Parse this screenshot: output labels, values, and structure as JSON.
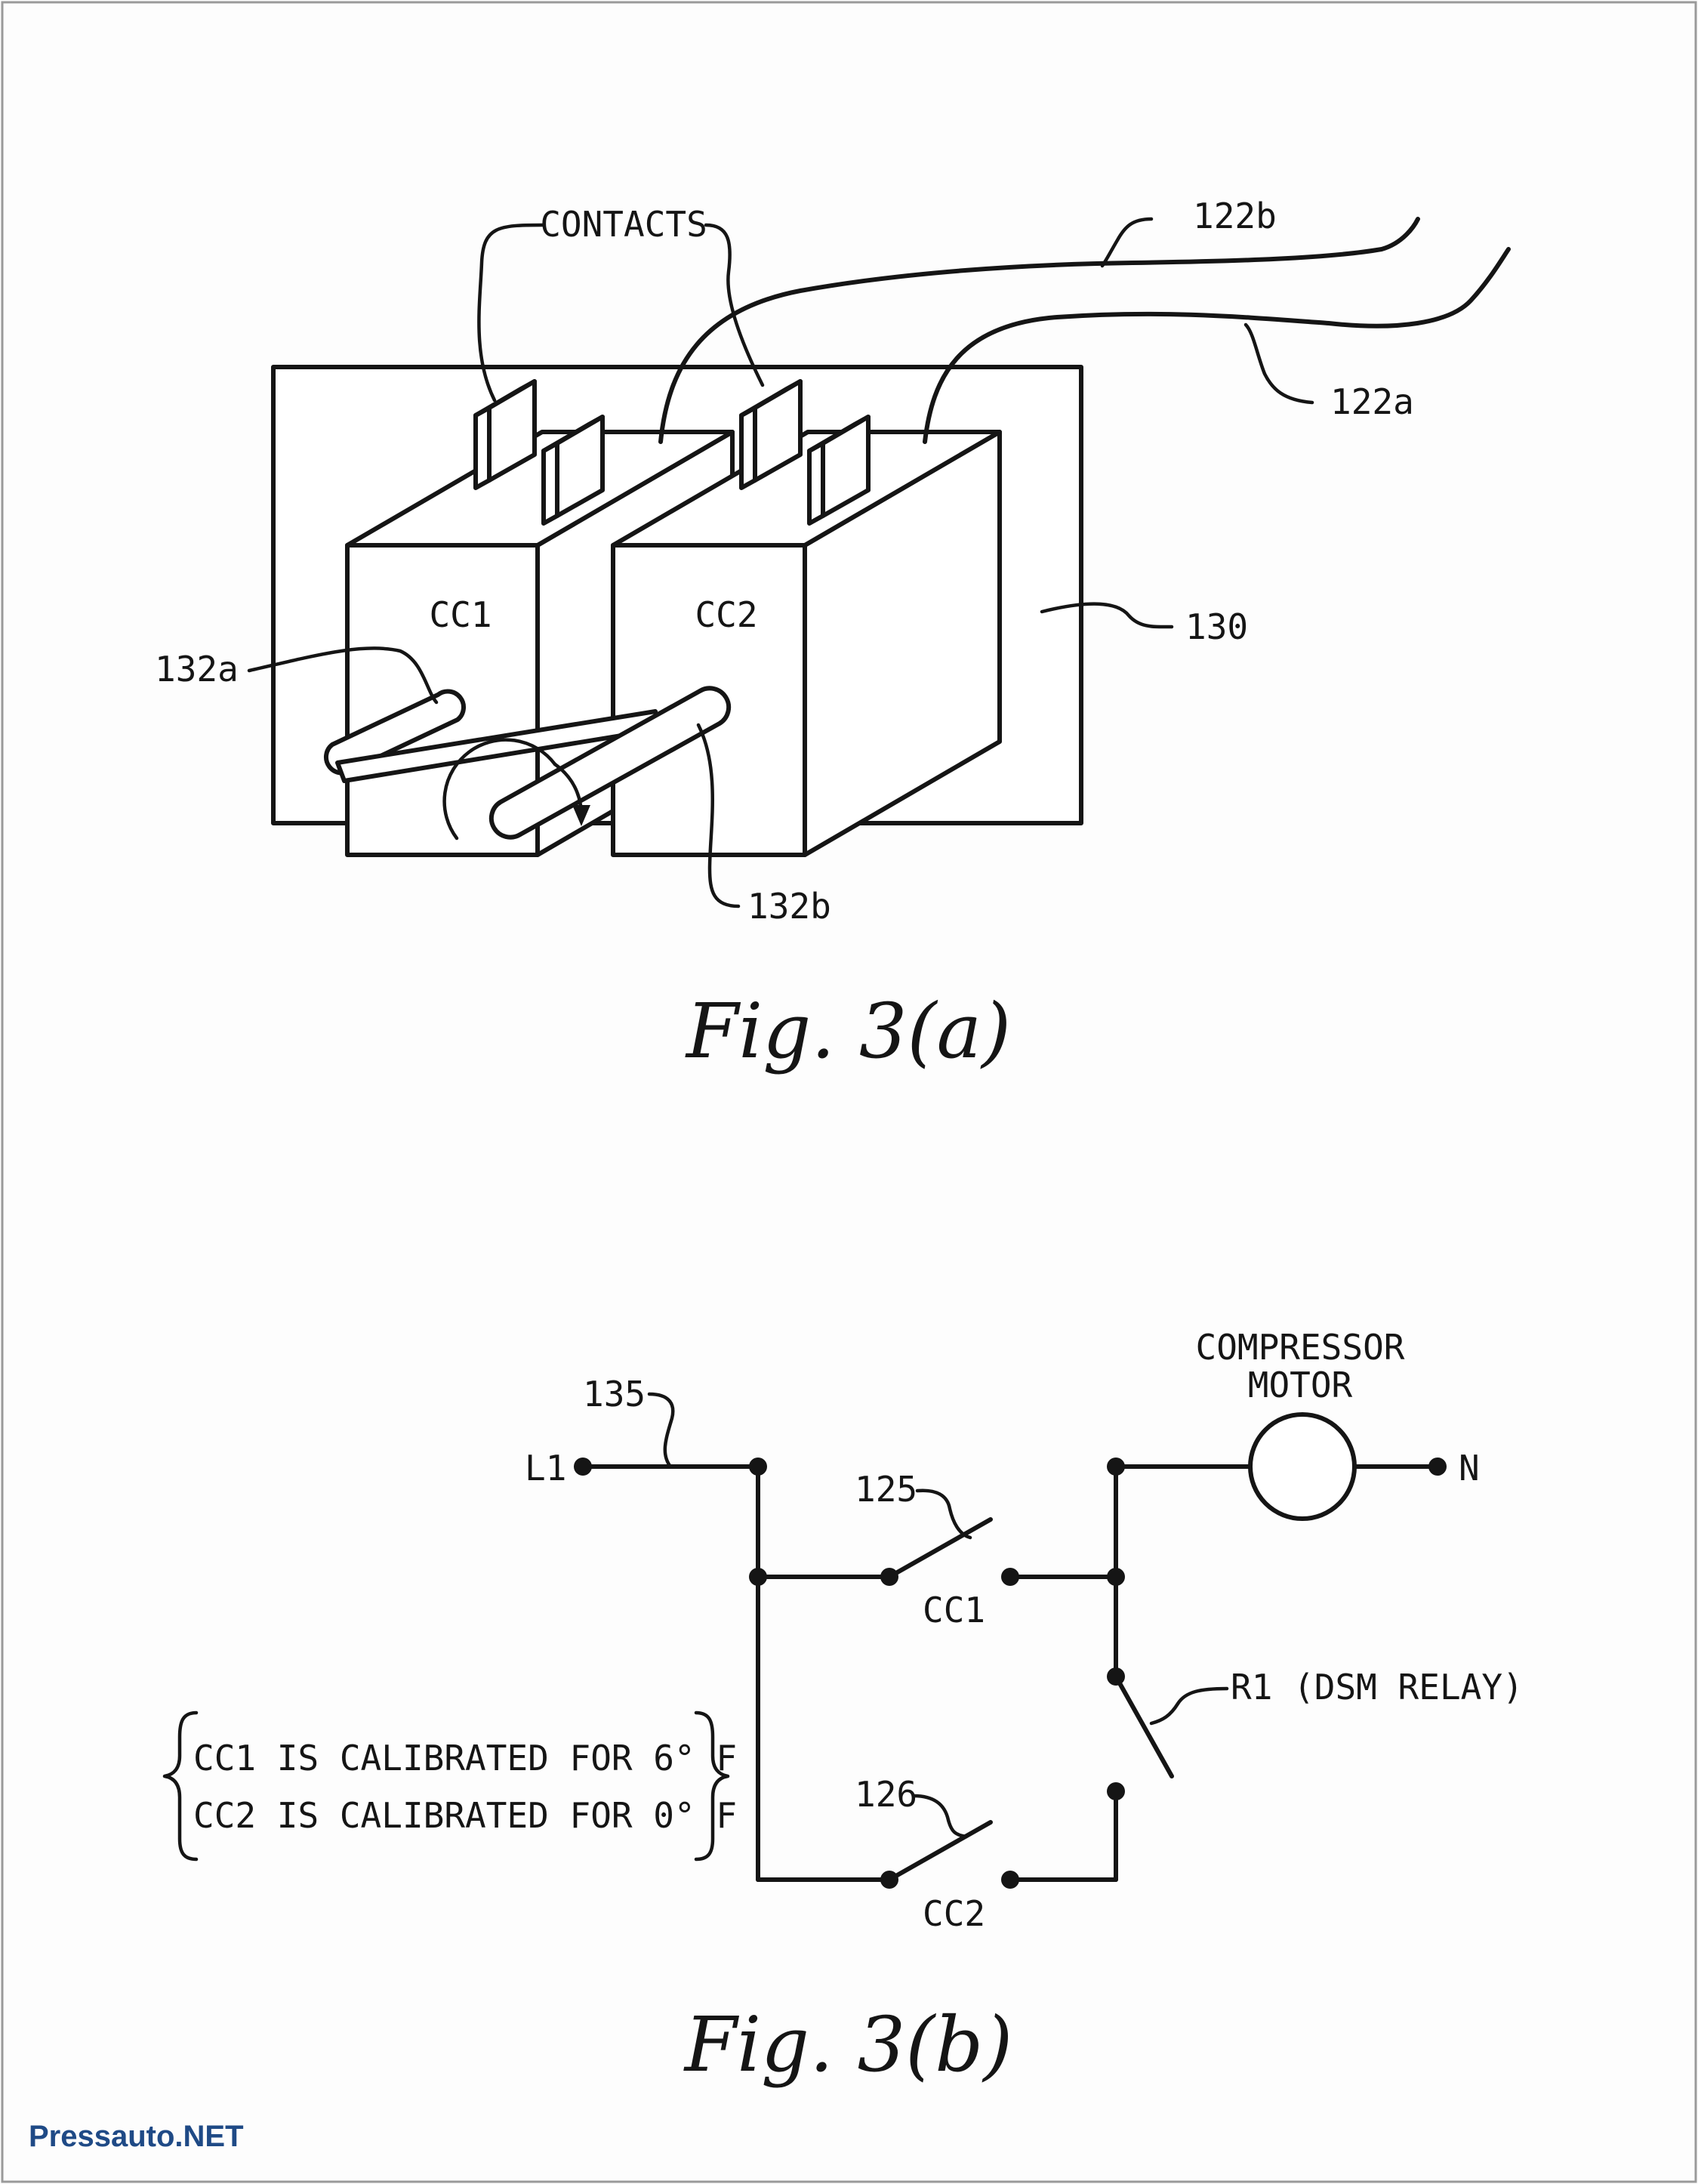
{
  "fig_a": {
    "caption": "Fig. 3(a)",
    "labels": {
      "contacts": "CONTACTS",
      "wire_b": "122b",
      "wire_a": "122a",
      "base": "130",
      "cc1": "CC1",
      "cc2": "CC2",
      "rod_a": "132a",
      "rod_b": "132b"
    }
  },
  "fig_b": {
    "caption": "Fig. 3(b)",
    "labels": {
      "compressor": "COMPRESSOR",
      "motor": "MOTOR",
      "line_ref": "135",
      "line": "L1",
      "neutral": "N",
      "switch1_ref": "125",
      "switch1": "CC1",
      "switch2_ref": "126",
      "switch2": "CC2",
      "relay": "R1 (DSM RELAY)"
    },
    "notes": [
      "CC1 IS CALIBRATED FOR 6° F",
      "CC2 IS CALIBRATED FOR 0° F"
    ]
  },
  "watermark": "Pressauto.NET"
}
